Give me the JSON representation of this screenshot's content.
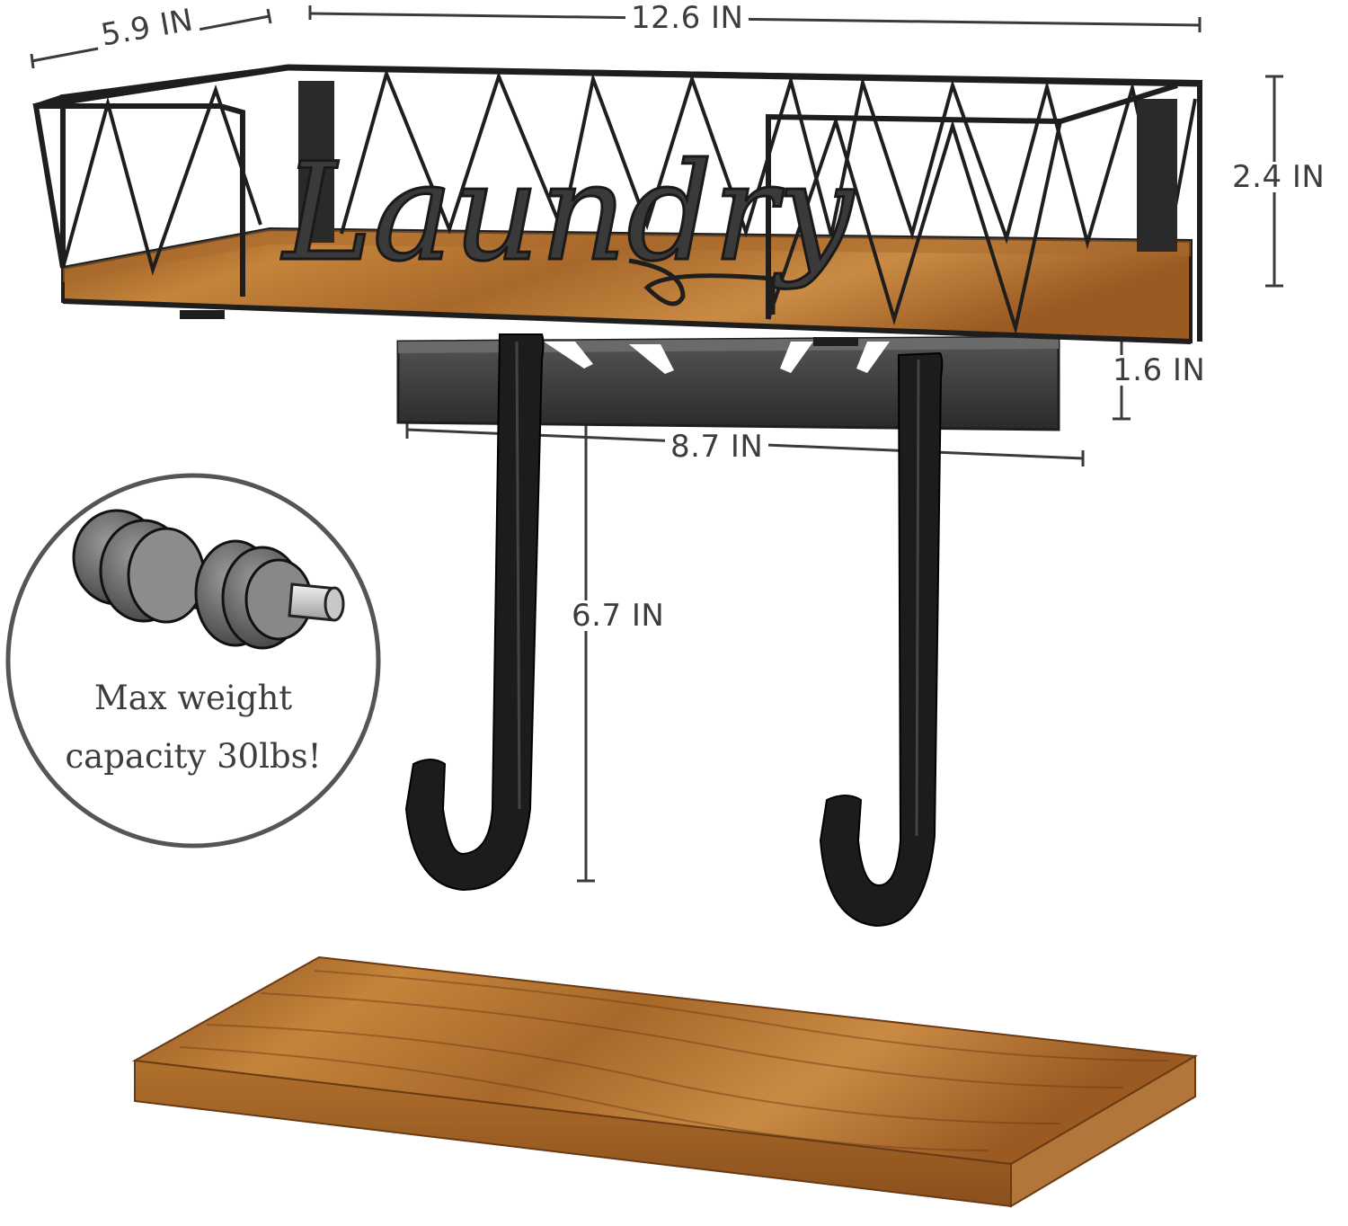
{
  "dimensions": {
    "depth": "5.9 IN",
    "width": "12.6 IN",
    "basket_height": "2.4 IN",
    "bracket_height": "1.6 IN",
    "bracket_width": "8.7 IN",
    "hook_length": "6.7 IN"
  },
  "sign_text": "Laundry",
  "badge": {
    "line1": "Max weight",
    "line2": "capacity 30lbs!",
    "icon": "dumbbell-icon"
  },
  "colors": {
    "metal": "#1e1e1e",
    "wood": "#b0702c",
    "wood_dark": "#7a4517",
    "text": "#3d3d3d",
    "badge_border": "#555555"
  }
}
